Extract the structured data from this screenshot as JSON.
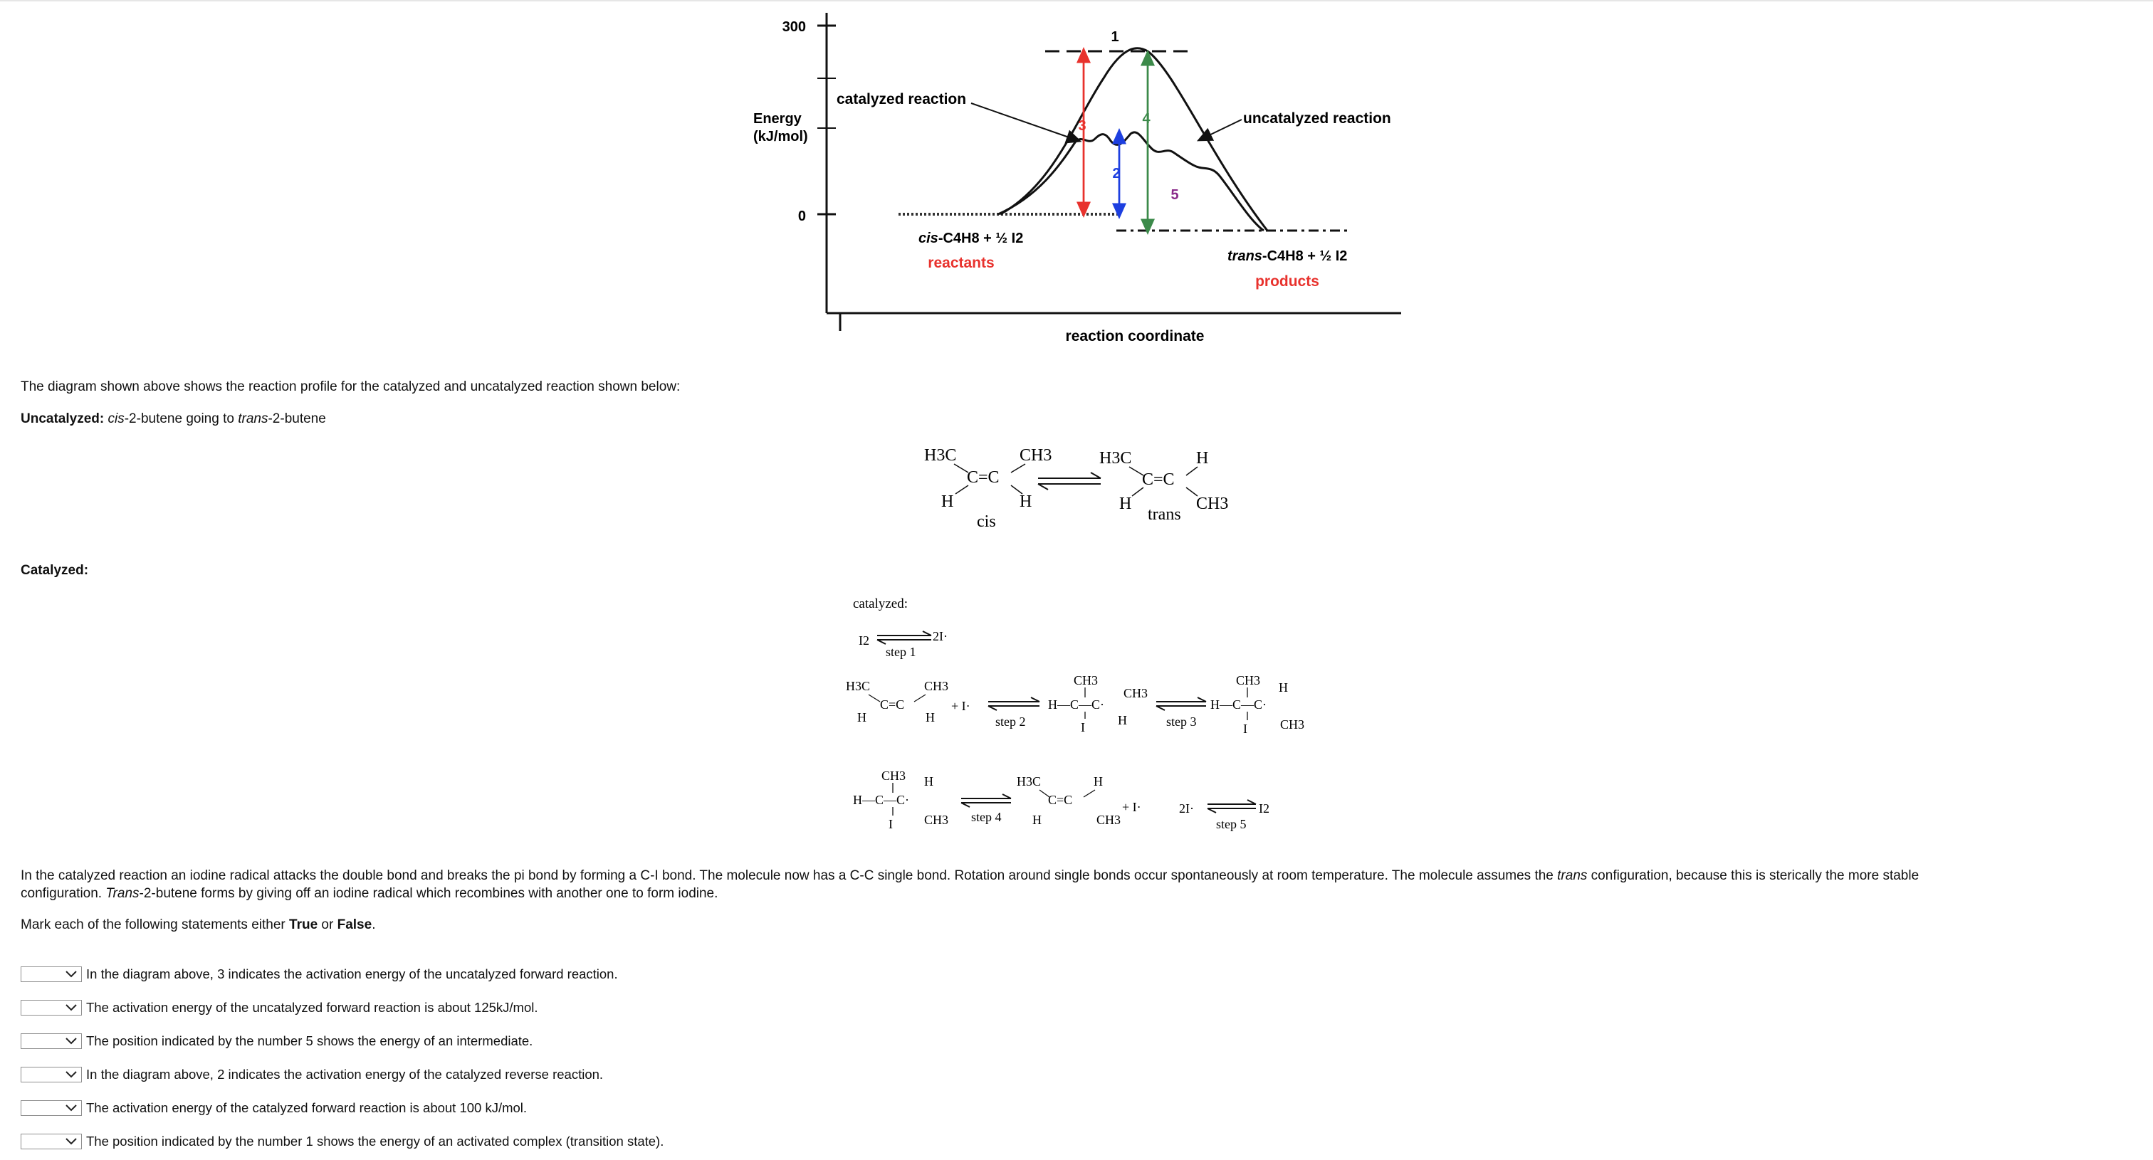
{
  "diagram": {
    "y_tick_top": "300",
    "y_tick_zero": "0",
    "y_axis_label_line1": "Energy",
    "y_axis_label_line2": "(kJ/mol)",
    "x_axis_label": "reaction coordinate",
    "catalyzed_label": "catalyzed reaction",
    "uncatalyzed_label": "uncatalyzed reaction",
    "reactants_formula_italic": "cis",
    "reactants_formula": "-C4H8 + ½ I2",
    "reactants_label": "reactants",
    "products_formula_italic": "trans",
    "products_formula": "-C4H8 + ½ I2",
    "products_label": "products",
    "num_1": "1",
    "num_2": "2",
    "num_3": "3",
    "num_4": "4",
    "num_5": "5",
    "colors": {
      "red": "#e8322d",
      "green": "#3c8a4a",
      "blue": "#1d3fe0",
      "purple": "#8a2a8a"
    }
  },
  "intro": {
    "sentence": "The diagram shown above shows the reaction profile for the catalyzed and uncatalyzed reaction shown below:",
    "uncat_label": "Uncatalyzed:",
    "uncat_cis": "cis",
    "uncat_mid": "-2-butene going to ",
    "uncat_trans": "trans",
    "uncat_end": "-2-butene",
    "cat_label": "Catalyzed:"
  },
  "scheme_uncat": {
    "h3c": "H3C",
    "ch3": "CH3",
    "h": "H",
    "ceqc": "C=C",
    "cis_label": "cis",
    "trans_label": "trans"
  },
  "scheme_cat": {
    "catalyzed": "catalyzed:",
    "i2": "I2",
    "two_i": "2I·",
    "plus_i": "+ I·",
    "step1": "step 1",
    "step2": "step 2",
    "step3": "step 3",
    "step4": "step 4",
    "step5": "step 5",
    "i_atom": "I"
  },
  "explanation": {
    "line1_a": "In the catalyzed reaction an iodine radical attacks the double bond and breaks the pi bond by forming a C-I bond. The molecule now has a C-C single bond. Rotation around single bonds occur spontaneously at room temperature. The molecule assumes the ",
    "line1_trans": "trans",
    "line1_b": " configuration, because this is sterically the more stable",
    "line2_a": "configuration. ",
    "line2_trans": "Trans",
    "line2_b": "-2-butene forms by giving off an iodine radical which recombines with another one to form iodine."
  },
  "instruction": {
    "a": "Mark each of the following statements either ",
    "true_word": "True",
    "or": " or ",
    "false_word": "False",
    "end": "."
  },
  "questions": [
    {
      "text": "In the diagram above, 3 indicates the activation energy of the uncatalyzed forward reaction.",
      "selected": ""
    },
    {
      "text": "The activation energy of the uncatalyzed forward reaction is about 125kJ/mol.",
      "selected": ""
    },
    {
      "text": "The position indicated by the number 5 shows the energy of an intermediate.",
      "selected": ""
    },
    {
      "text": "In the diagram above, 2 indicates the activation energy of the catalyzed reverse reaction.",
      "selected": ""
    },
    {
      "text": "The activation energy of the catalyzed forward reaction is about 100 kJ/mol.",
      "selected": ""
    },
    {
      "text": "The position indicated by the number 1 shows the energy of an activated complex (transition state).",
      "selected": ""
    }
  ]
}
